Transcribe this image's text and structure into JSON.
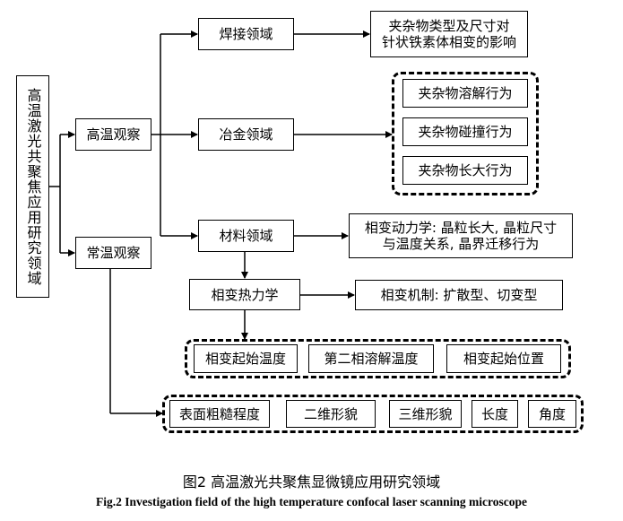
{
  "root": "高温激光共聚焦应用研究领域",
  "branches": {
    "high_temp": "高温观察",
    "room_temp": "常温观察"
  },
  "fields": {
    "welding": "焊接领域",
    "metallurgy": "冶金领域",
    "materials": "材料领域"
  },
  "welding_detail": [
    "夹杂物类型及尺寸对",
    "针状铁素体相变的影响"
  ],
  "inclusion_behaviors": [
    "夹杂物溶解行为",
    "夹杂物碰撞行为",
    "夹杂物长大行为"
  ],
  "materials_detail": [
    "相变动力学: 晶粒长大, 晶粒尺寸",
    "与温度关系, 晶界迁移行为"
  ],
  "thermodynamics": "相变热力学",
  "mechanism": "相变机制: 扩散型、切变型",
  "thermo_items": [
    "相变起始温度",
    "第二相溶解温度",
    "相变起始位置"
  ],
  "room_items": [
    "表面粗糙程度",
    "二维形貌",
    "三维形貌",
    "长度",
    "角度"
  ],
  "caption": {
    "zh": "图2   高温激光共聚焦显微镜应用研究领域",
    "en": "Fig.2   Investigation field of the high temperature confocal laser scanning microscope"
  }
}
